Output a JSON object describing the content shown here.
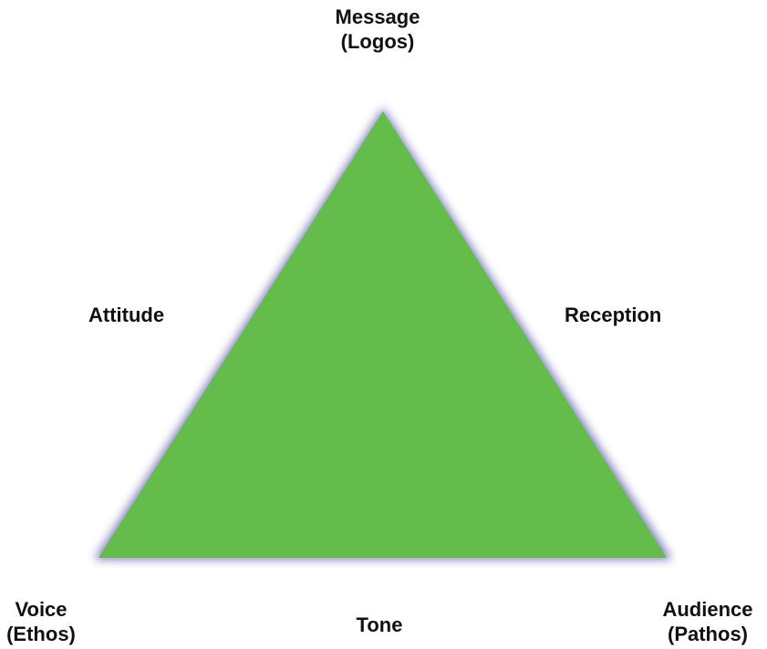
{
  "diagram": {
    "vertices": {
      "top": {
        "term": "Message",
        "appeal": "(Logos)"
      },
      "bottom_left": {
        "term": "Voice",
        "appeal": "(Ethos)"
      },
      "bottom_right": {
        "term": "Audience",
        "appeal": "(Pathos)"
      }
    },
    "edges": {
      "left": "Attitude",
      "right": "Reception",
      "bottom": "Tone"
    },
    "colors": {
      "triangle_fill": "#64bc4b",
      "triangle_glow": "#5a5aa8",
      "text": "#111111"
    }
  }
}
